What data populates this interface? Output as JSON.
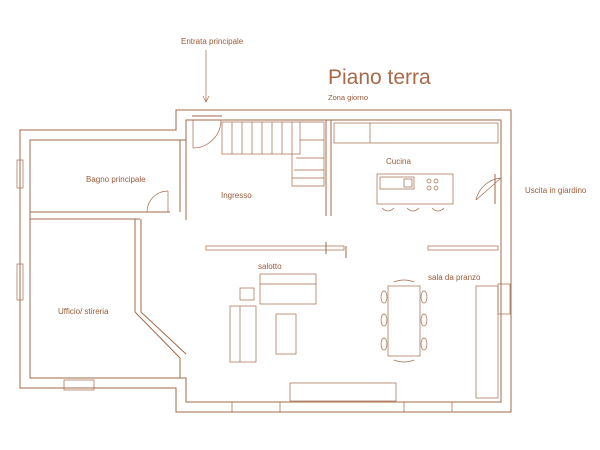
{
  "title": "Piano terra",
  "subtitle": "Zona giorno",
  "labels": {
    "entrance": "Entrata principale",
    "bathroom": "Bagno principale",
    "office": "Ufficio/ stireria",
    "hall": "Ingresso",
    "kitchen": "Cucina",
    "living": "salotto",
    "dining": "sala da pranzo",
    "garden_exit": "Uscita in giardino"
  },
  "colors": {
    "line": "#a46a4a",
    "text": "#9a5a3a"
  }
}
